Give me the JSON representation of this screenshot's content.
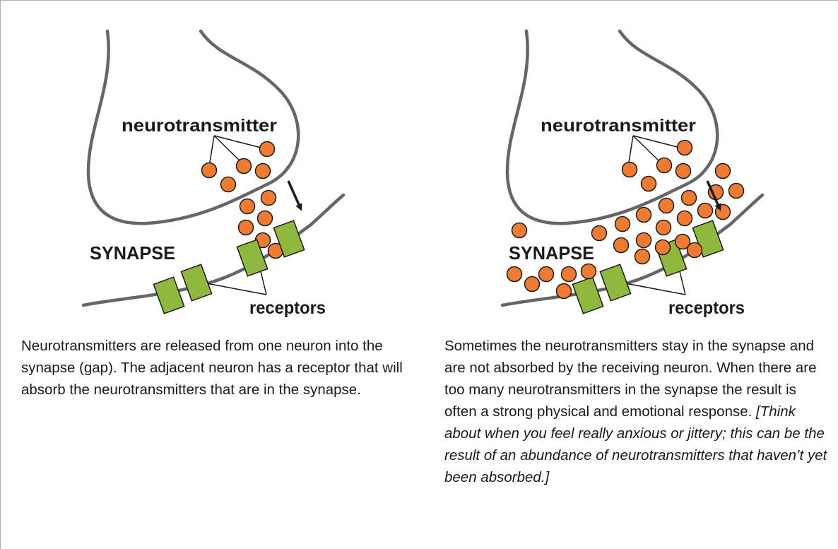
{
  "left_panel": {
    "label_neurotransmitter": "neurotransmitter",
    "label_synapse": "SYNAPSE",
    "label_receptors": "receptors",
    "caption": "Neurotransmitters are released from one neuron into the synapse (gap). The adjacent neuron has a receptor that will absorb the neurotransmitters that are in the synapse."
  },
  "right_panel": {
    "label_neurotransmitter": "neurotransmitter",
    "label_synapse": "SYNAPSE",
    "label_receptors": "receptors",
    "caption_normal": "Sometimes the neurotransmitters stay in the synapse and are not absorbed by the receiving neuron. When there are too many neurotransmitters in the synapse the result is often a strong physical and emotional response. ",
    "caption_italic": "[Think about when you feel really anxious or jittery; this can be the result of an abundance of neurotransmitters that haven’t yet been absorbed.]"
  },
  "colors": {
    "membrane": "#666666",
    "neurotransmitter_fill": "#ef7b32",
    "receptor_fill": "#8fb93e",
    "outline": "#1a1a1a"
  }
}
